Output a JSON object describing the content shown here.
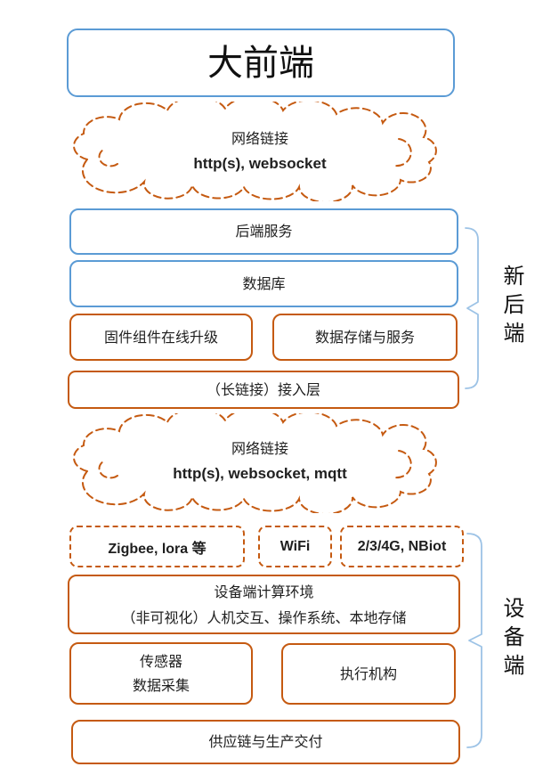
{
  "colors": {
    "blue_border": "#5B9BD5",
    "orange_border": "#C55A11",
    "bracket_blue": "#9DC3E6",
    "text": "#1f1f1f"
  },
  "title": {
    "label": "大前端"
  },
  "clouds": [
    {
      "line1": "网络链接",
      "line2": "http(s), websocket"
    },
    {
      "line1": "网络链接",
      "line2": "http(s), websocket, mqtt"
    }
  ],
  "backend_section": {
    "bracket_label": "新后端",
    "boxes": {
      "backend_service": "后端服务",
      "database": "数据库",
      "firmware_upgrade": "固件组件在线升级",
      "data_storage": "数据存储与服务",
      "access_layer": "（长链接）接入层"
    }
  },
  "device_section": {
    "bracket_label": "设备端",
    "connectivity": [
      "Zigbee, lora 等",
      "WiFi",
      "2/3/4G, NBiot"
    ],
    "compute": {
      "line1": "设备端计算环境",
      "line2": "（非可视化）人机交互、操作系统、本地存储"
    },
    "sensor": {
      "line1": "传感器",
      "line2": "数据采集"
    },
    "actuator": "执行机构",
    "supply_chain": "供应链与生产交付"
  }
}
